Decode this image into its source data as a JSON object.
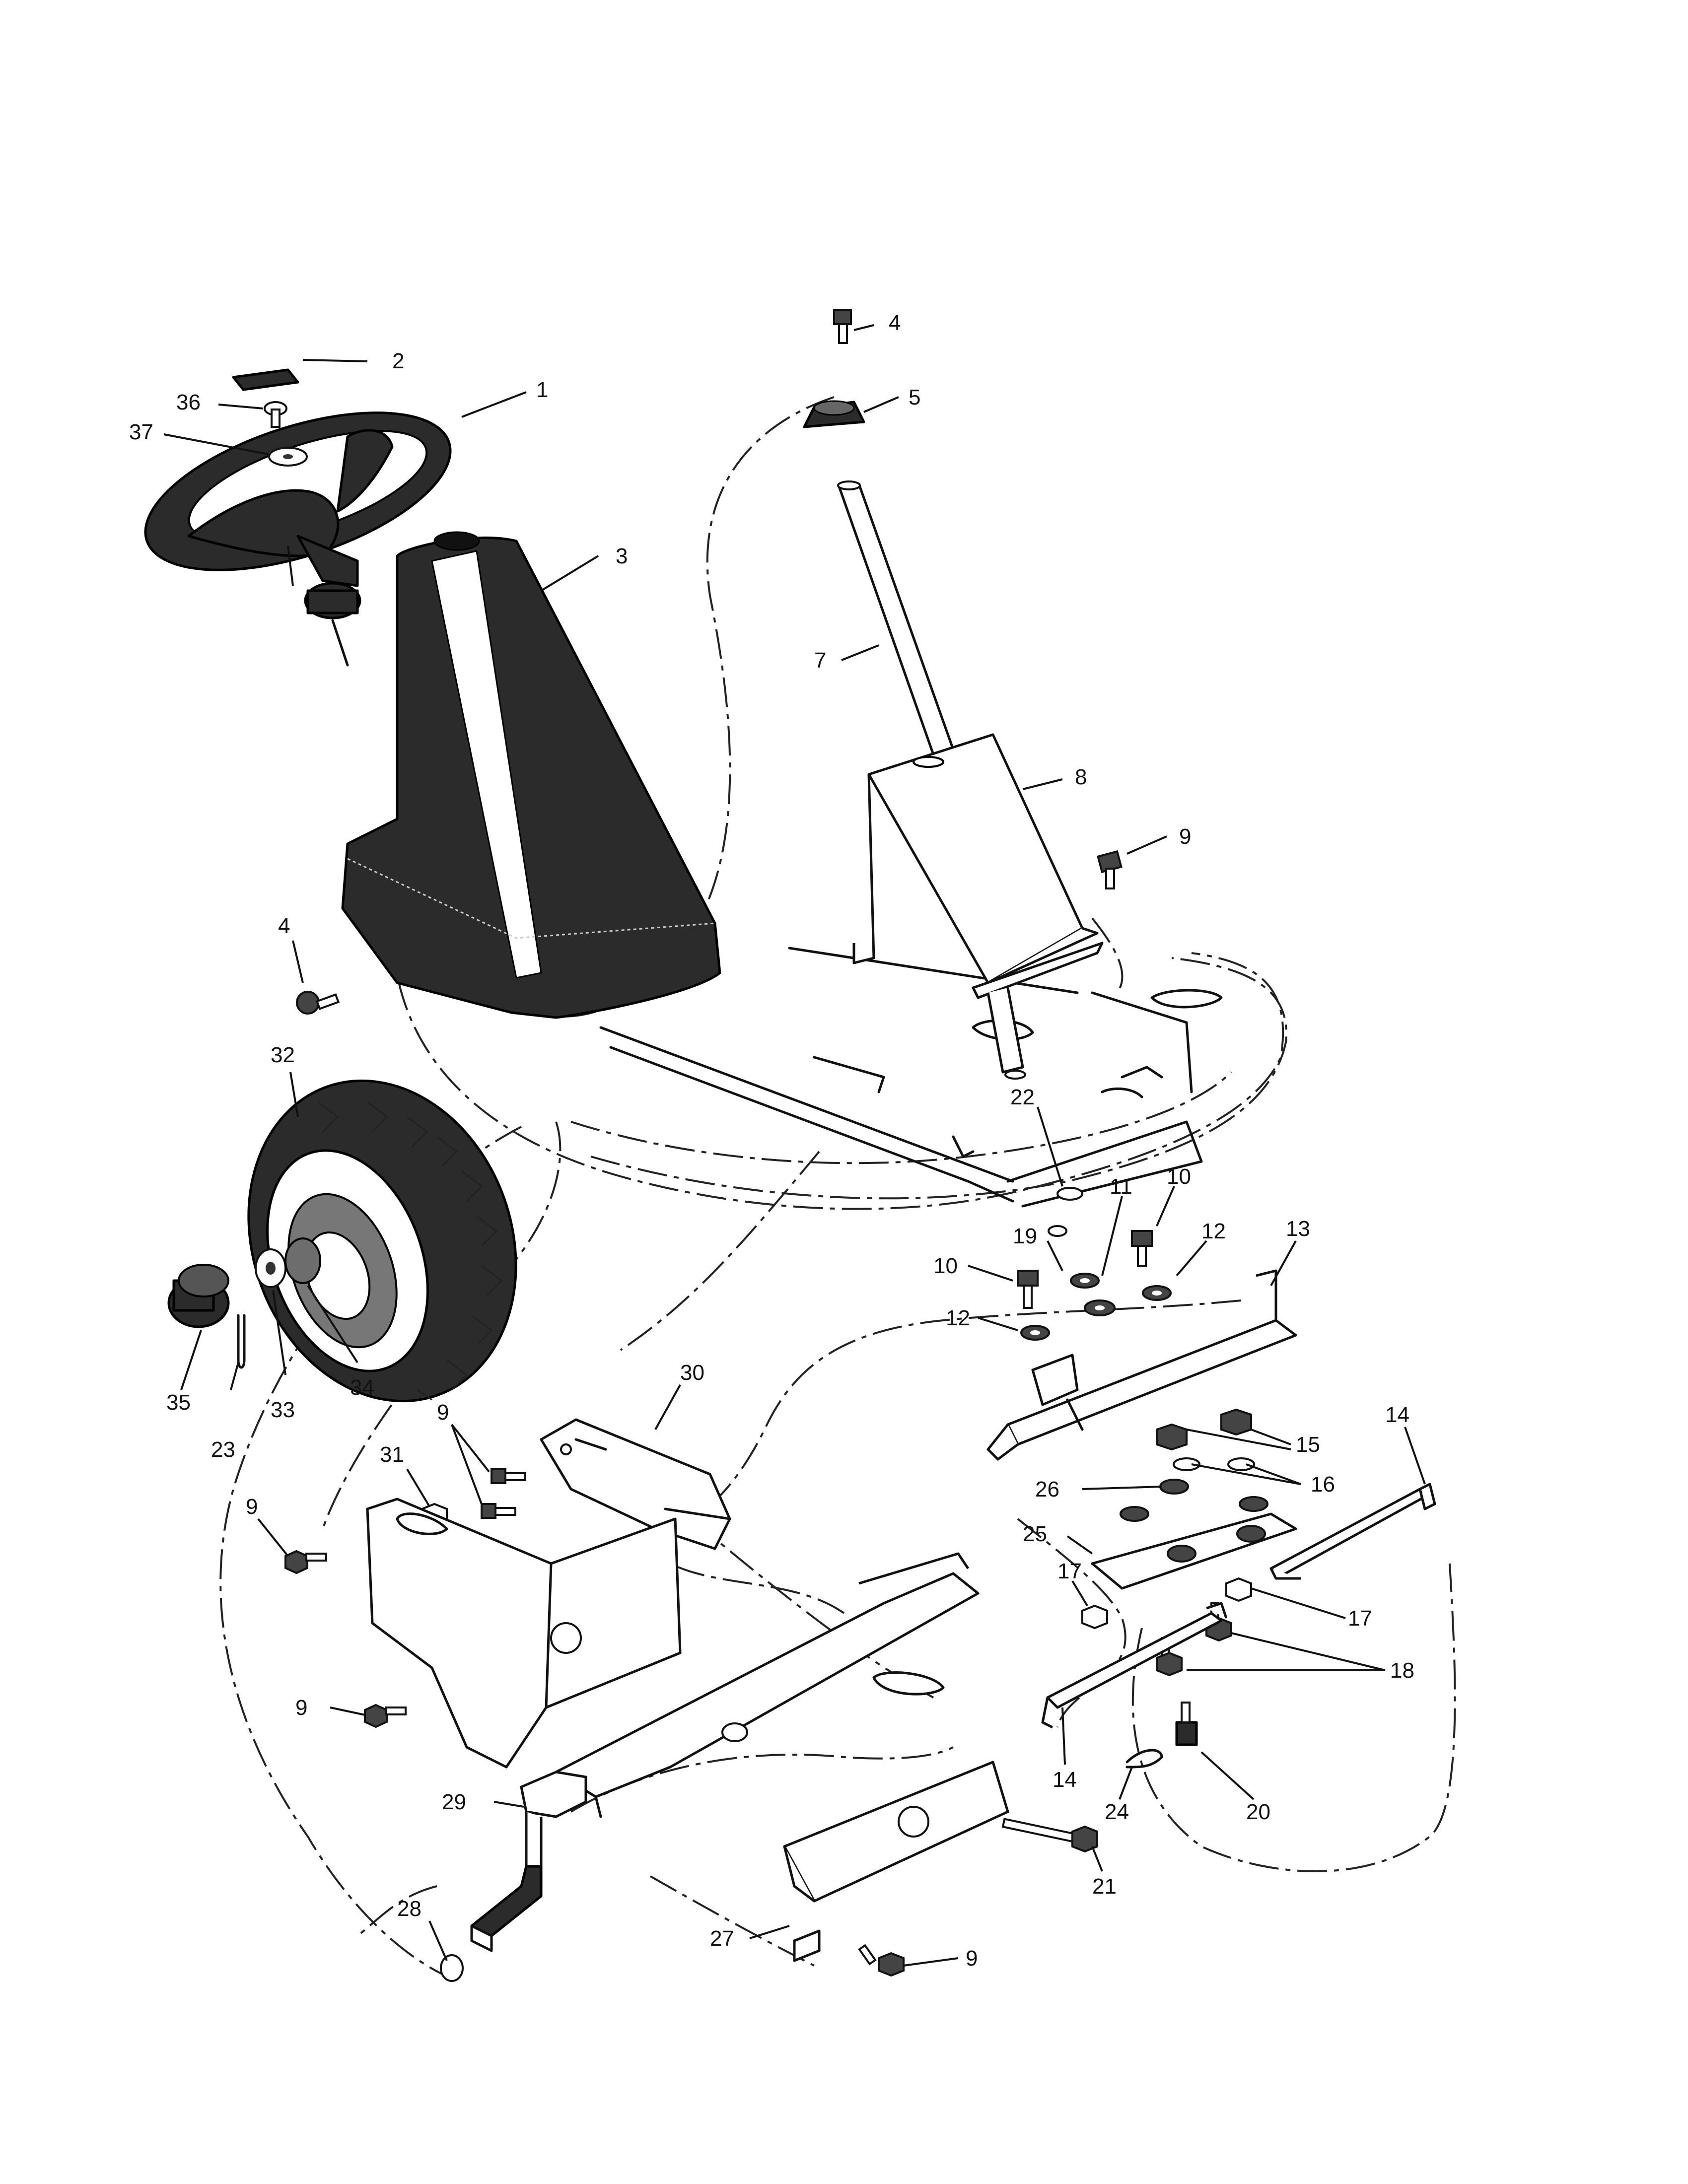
{
  "labels": [
    {
      "id": "wheel",
      "text": "1"
    },
    {
      "id": "cap",
      "text": "2"
    },
    {
      "id": "console",
      "text": "3"
    },
    {
      "id": "bolt-top",
      "text": "4"
    },
    {
      "id": "bushing",
      "text": "5"
    },
    {
      "id": "shaft",
      "text": "7"
    },
    {
      "id": "column-support",
      "text": "8"
    },
    {
      "id": "bolt-9-support",
      "text": "9"
    },
    {
      "id": "bolt-4-console",
      "text": "4"
    },
    {
      "id": "tire-32",
      "text": "32"
    },
    {
      "id": "washer-22",
      "text": "22"
    },
    {
      "id": "washer-11",
      "text": "11"
    },
    {
      "id": "bolt-10-right",
      "text": "10"
    },
    {
      "id": "washer-12-right",
      "text": "12"
    },
    {
      "id": "bracket-13",
      "text": "13"
    },
    {
      "id": "washer-19",
      "text": "19"
    },
    {
      "id": "bolt-10-left",
      "text": "10"
    },
    {
      "id": "washer-12-left",
      "text": "12"
    },
    {
      "id": "nut-15",
      "text": "15"
    },
    {
      "id": "drag-link-14-right",
      "text": "14"
    },
    {
      "id": "washer-16",
      "text": "16"
    },
    {
      "id": "washer-26",
      "text": "26"
    },
    {
      "id": "plate-25",
      "text": "25"
    },
    {
      "id": "nut-17-left",
      "text": "17"
    },
    {
      "id": "nut-17-right",
      "text": "17"
    },
    {
      "id": "bolt-18",
      "text": "18"
    },
    {
      "id": "fitting-20",
      "text": "20"
    },
    {
      "id": "drag-link-14-lower",
      "text": "14"
    },
    {
      "id": "clip-24",
      "text": "24"
    },
    {
      "id": "bolt-21",
      "text": "21"
    },
    {
      "id": "bolt-9-bottom",
      "text": "9"
    },
    {
      "id": "axle-27",
      "text": "27"
    },
    {
      "id": "washer-28",
      "text": "28"
    },
    {
      "id": "spindle-29",
      "text": "29"
    },
    {
      "id": "bolt-9-plate",
      "text": "9"
    },
    {
      "id": "bolt-9-left",
      "text": "9"
    },
    {
      "id": "nut-31",
      "text": "31"
    },
    {
      "id": "bolt-9-pair",
      "text": "9"
    },
    {
      "id": "plate-30",
      "text": "30"
    },
    {
      "id": "cotter-23",
      "text": "23"
    },
    {
      "id": "washer-33",
      "text": "33"
    },
    {
      "id": "hub-34",
      "text": "34"
    },
    {
      "id": "cap-35",
      "text": "35"
    },
    {
      "id": "screw-36",
      "text": "36"
    },
    {
      "id": "washer-37",
      "text": "37"
    }
  ]
}
